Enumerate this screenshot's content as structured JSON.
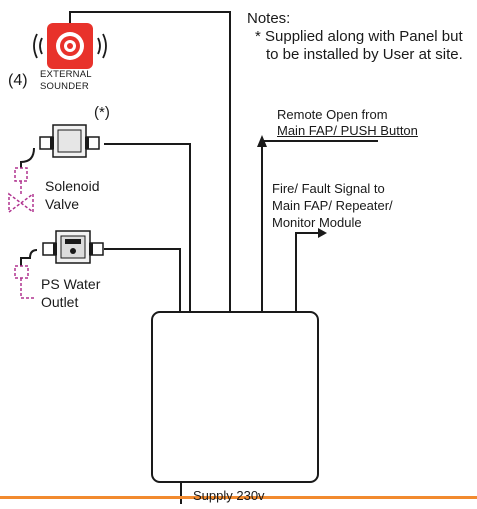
{
  "notes": {
    "title": "Notes:",
    "line1": "* Supplied along with Panel but",
    "line2": "to be installed by User at site."
  },
  "sounder": {
    "number": "(4)",
    "label_line1": "EXTERNAL",
    "label_line2": "SOUNDER",
    "color": "#e8322b"
  },
  "switch_marker": "(*)",
  "solenoid": {
    "line1": "Solenoid",
    "line2": "Valve"
  },
  "ps_outlet": {
    "line1": "PS Water",
    "line2": "Outlet"
  },
  "remote": {
    "line1": "Remote Open from",
    "line2": "Main FAP/ PUSH Button"
  },
  "fire": {
    "line1": "Fire/ Fault Signal to",
    "line2": "Main FAP/ Repeater/",
    "line3": "Monitor Module"
  },
  "supply": "Supply 230v",
  "colors": {
    "line": "#1a1a1a",
    "dashed": "#b0338f",
    "accent_bar": "#f28a2e"
  }
}
